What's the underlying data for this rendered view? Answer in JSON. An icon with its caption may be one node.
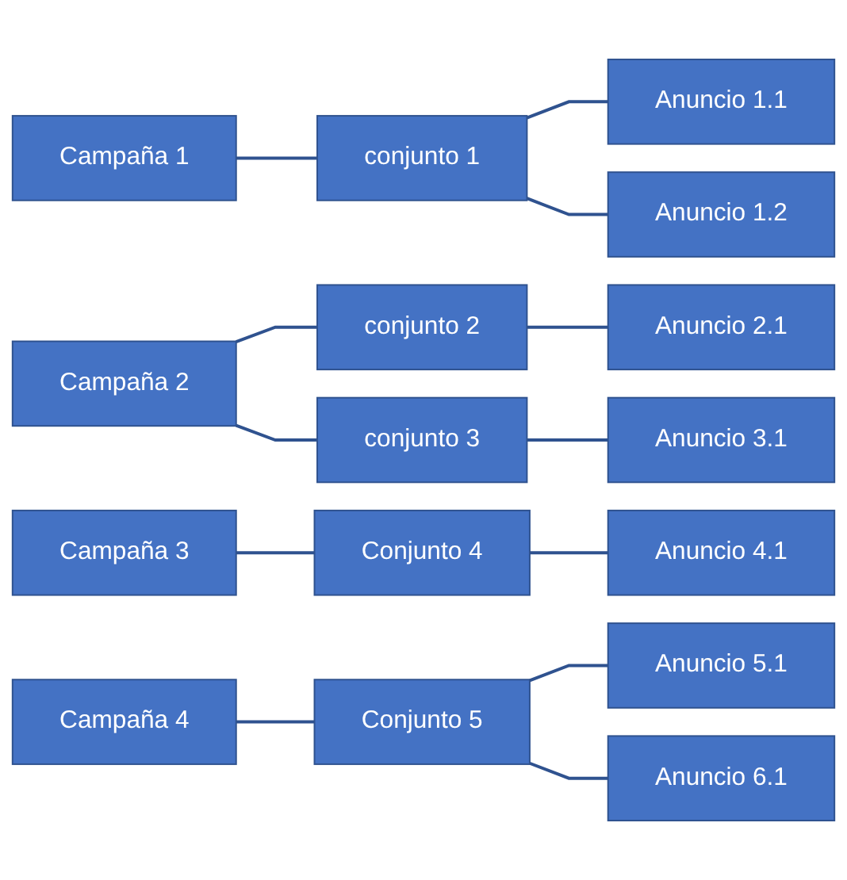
{
  "diagram": {
    "nodes": [
      {
        "text": [
          "Campaña 1"
        ]
      },
      {
        "text": [
          "conjunto 1"
        ]
      },
      {
        "text": [
          "Anuncio 1.1"
        ]
      },
      {
        "text": [
          "Anuncio 1.2"
        ]
      },
      {
        "text": [
          "Campaña 2"
        ]
      },
      {
        "text": [
          "conjunto 2"
        ]
      },
      {
        "text": [
          "Anuncio 2.1"
        ]
      },
      {
        "text": [
          "conjunto 3"
        ]
      },
      {
        "text": [
          "Anuncio 3.1"
        ]
      },
      {
        "text": [
          "Campaña 3"
        ]
      },
      {
        "text": [
          "Conjunto 4"
        ]
      },
      {
        "text": [
          "Anuncio 4.1"
        ]
      },
      {
        "text": [
          "Campaña 4"
        ]
      },
      {
        "text": [
          "Conjunto 5"
        ]
      },
      {
        "text": [
          "Anuncio 5.1"
        ]
      },
      {
        "text": [
          "Anuncio 6.1"
        ]
      }
    ],
    "edges": [
      {
        "from": 0,
        "to": 1,
        "arrow": "none"
      },
      {
        "from": 1,
        "to": 2,
        "arrow": "none"
      },
      {
        "from": 1,
        "to": 3,
        "arrow": "none"
      },
      {
        "from": 4,
        "to": 5,
        "arrow": "none"
      },
      {
        "from": 4,
        "to": 7,
        "arrow": "none"
      },
      {
        "from": 5,
        "to": 6,
        "arrow": "none"
      },
      {
        "from": 7,
        "to": 8,
        "arrow": "none"
      },
      {
        "from": 9,
        "to": 10,
        "arrow": "none"
      },
      {
        "from": 10,
        "to": 11,
        "arrow": "none"
      },
      {
        "from": 12,
        "to": 13,
        "arrow": "none"
      },
      {
        "from": 13,
        "to": 14,
        "arrow": "none"
      },
      {
        "from": 13,
        "to": 15,
        "arrow": "none"
      }
    ]
  }
}
